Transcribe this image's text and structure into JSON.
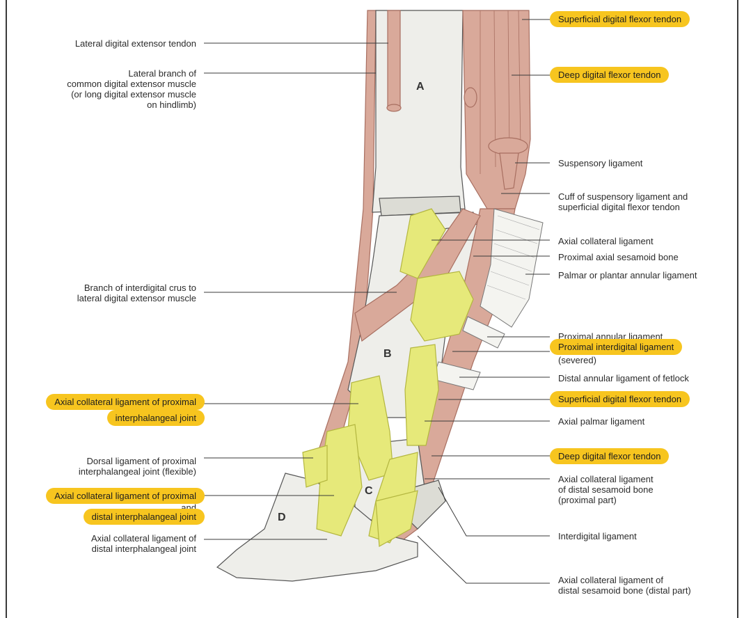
{
  "colors": {
    "bone": "#eeeeea",
    "tendon": "#d9a99a",
    "tendon_dark": "#a86f61",
    "ligament": "#e6e97a",
    "ligament_dark": "#b3b63f",
    "band": "#f4f4f0",
    "highlight": "#f7c51f",
    "leader": "#3a3a3a"
  },
  "bone_letters": {
    "a": "A",
    "b": "B",
    "c": "C",
    "d": "D"
  },
  "labels_left": {
    "lateral_digital_extensor": "Lateral digital extensor tendon",
    "lateral_branch": "Lateral branch of\ncommon digital extensor muscle\n(or long digital extensor muscle\non hindlimb)",
    "branch_interdigital": "Branch of interdigital crus to\nlateral digital extensor muscle",
    "axial_coll_pij_1": "Axial collateral ligament of proximal",
    "axial_coll_pij_2": "interphalangeal joint",
    "dorsal_lig_pij": "Dorsal ligament of proximal\ninterphalangeal joint (flexible)",
    "axial_coll_pdij_1": "Axial collateral ligament of proximal",
    "axial_coll_pdij_2": "and",
    "axial_coll_pdij_3": "distal interphalangeal joint",
    "axial_coll_dij": "Axial collateral ligament of\ndistal interphalangeal joint"
  },
  "labels_right": {
    "sdft_top": "Superficial digital flexor tendon",
    "ddft_top": "Deep digital flexor tendon",
    "suspensory": "Suspensory ligament",
    "cuff": "Cuff of suspensory ligament and\nsuperficial digital flexor tendon",
    "axial_coll_lig": "Axial collateral ligament",
    "prox_axial_sesamoid": "Proximal axial sesamoid bone",
    "palmar_annular": "Palmar or plantar annular ligament",
    "prox_annular": "Proximal annular ligament",
    "prox_interdigital": "Proximal interdigital ligament",
    "severed": "(severed)",
    "distal_annular": "Distal annular ligament of fetlock",
    "sdft_mid": "Superficial digital flexor tendon",
    "axial_palmar": "Axial palmar ligament",
    "ddft_mid": "Deep digital flexor tendon",
    "axial_coll_dsb_prox": "Axial collateral ligament\nof distal sesamoid bone\n(proximal part)",
    "interdigital_lig": "Interdigital ligament",
    "axial_coll_dsb_dist": "Axial collateral ligament of\ndistal sesamoid bone (distal part)"
  }
}
